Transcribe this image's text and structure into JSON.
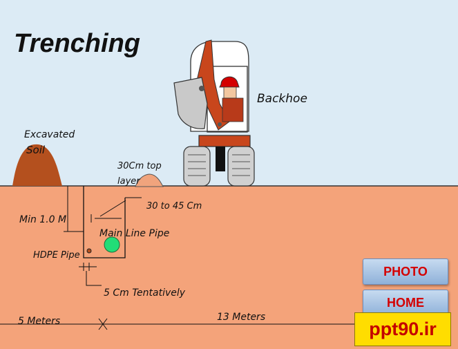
{
  "title": "Trenching",
  "labels": {
    "backhoe": "Backhoe",
    "excavated_soil_1": "Excavated",
    "excavated_soil_2": "Soil",
    "top_layer_1": "30Cm top",
    "top_layer_2": "layer",
    "depth_range": "30 to 45 Cm",
    "min_depth": "Min 1.0 M",
    "main_pipe": "Main Line Pipe",
    "hdpe_pipe": "HDPE Pipe",
    "gap": "5 Cm Tentatively",
    "dist_left": "5 Meters",
    "dist_right": "13 Meters"
  },
  "buttons": {
    "photo": "PHOTO",
    "home": "HOME"
  },
  "brand": "ppt90.ir",
  "colors": {
    "sky": "#dcebf5",
    "ground": "#f4a37a",
    "soil_mound": "#b4501e",
    "machine": "#c8461c",
    "pipe": "#22dd77",
    "button_text": "#d40000",
    "brand_bg": "#ffdd00"
  }
}
